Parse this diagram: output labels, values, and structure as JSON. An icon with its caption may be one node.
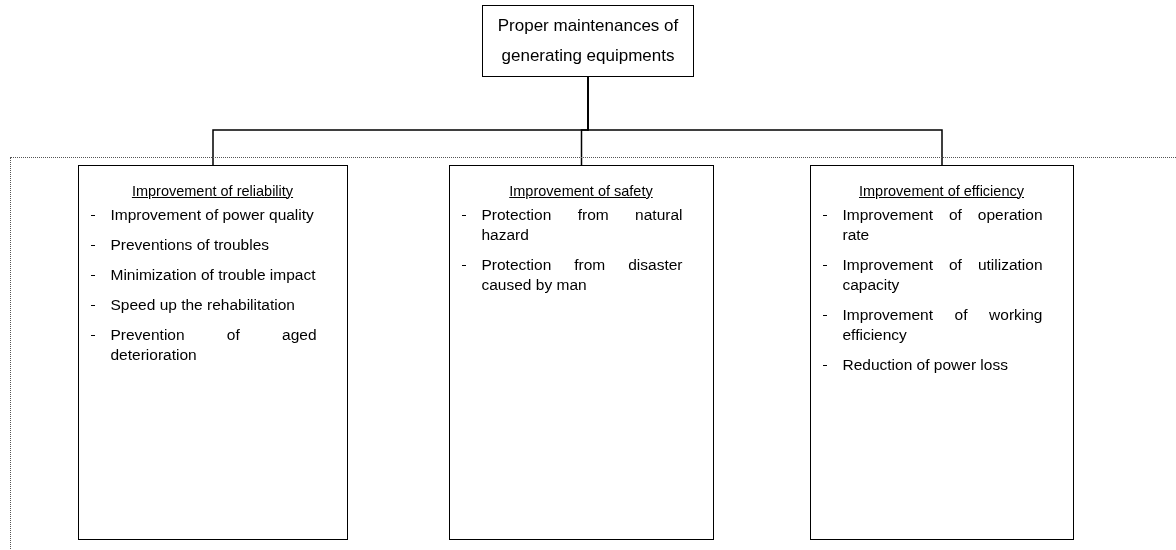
{
  "diagram": {
    "nodes": [
      {
        "text": [
          "Proper maintenances of generating equipments"
        ]
      },
      {
        "text": [],
        "shape": "box"
      },
      {
        "text": [
          "Improvement of reliability",
          "Improvement of power quality",
          "Preventions of troubles",
          "Minimization of trouble impact",
          "Speed up the rehabilitation",
          "Prevention of aged deterioration"
        ],
        "in": 1
      },
      {
        "text": [
          "Improvement of safety",
          "Protection from natural hazard",
          "Protection from disaster caused by man"
        ],
        "in": 1
      },
      {
        "text": [
          "Improvement of efficiency",
          "Improvement of operation rate",
          "Improvement of utilization capacity",
          "Improvement of working efficiency",
          "Reduction of power loss"
        ],
        "in": 1
      }
    ],
    "edges": [
      {
        "from": 0,
        "to": 2,
        "arrow": "none"
      },
      {
        "from": 0,
        "to": 3,
        "arrow": "none"
      },
      {
        "from": 0,
        "to": 4,
        "arrow": "none"
      }
    ]
  }
}
